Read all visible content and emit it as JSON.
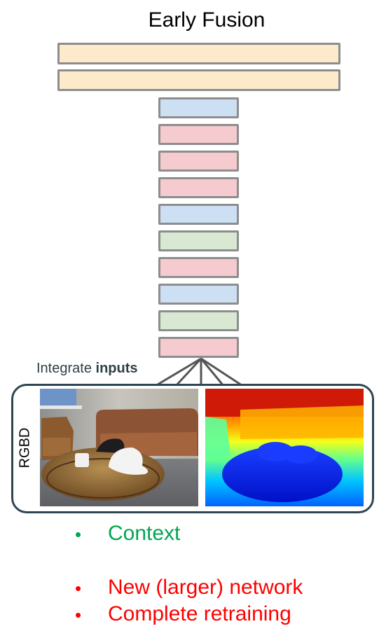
{
  "title": "Early Fusion",
  "caption": {
    "prefix": "Integrate ",
    "bold": "inputs"
  },
  "input_label": "RGBD",
  "colors": {
    "layer_border": "#8d8d8d",
    "fc_fill": "#fdeacb",
    "blue_fill": "#cddff3",
    "red_fill": "#f6cbcf",
    "green_fill": "#d8e8d3",
    "input_border": "#2f4652",
    "positive": "#00a651",
    "negative": "#ff0000"
  },
  "layers": {
    "fc": [
      "fc",
      "fc"
    ],
    "conv": [
      "blue",
      "red",
      "red",
      "red",
      "blue",
      "green",
      "red",
      "blue",
      "green",
      "red"
    ]
  },
  "images": [
    {
      "name": "rgb-photo",
      "description_icon": "photo-icon"
    },
    {
      "name": "depth-map",
      "description_icon": "heatmap-icon"
    }
  ],
  "bullets": {
    "pros": [
      "Context"
    ],
    "cons": [
      "New (larger) network",
      "Complete retraining"
    ]
  }
}
